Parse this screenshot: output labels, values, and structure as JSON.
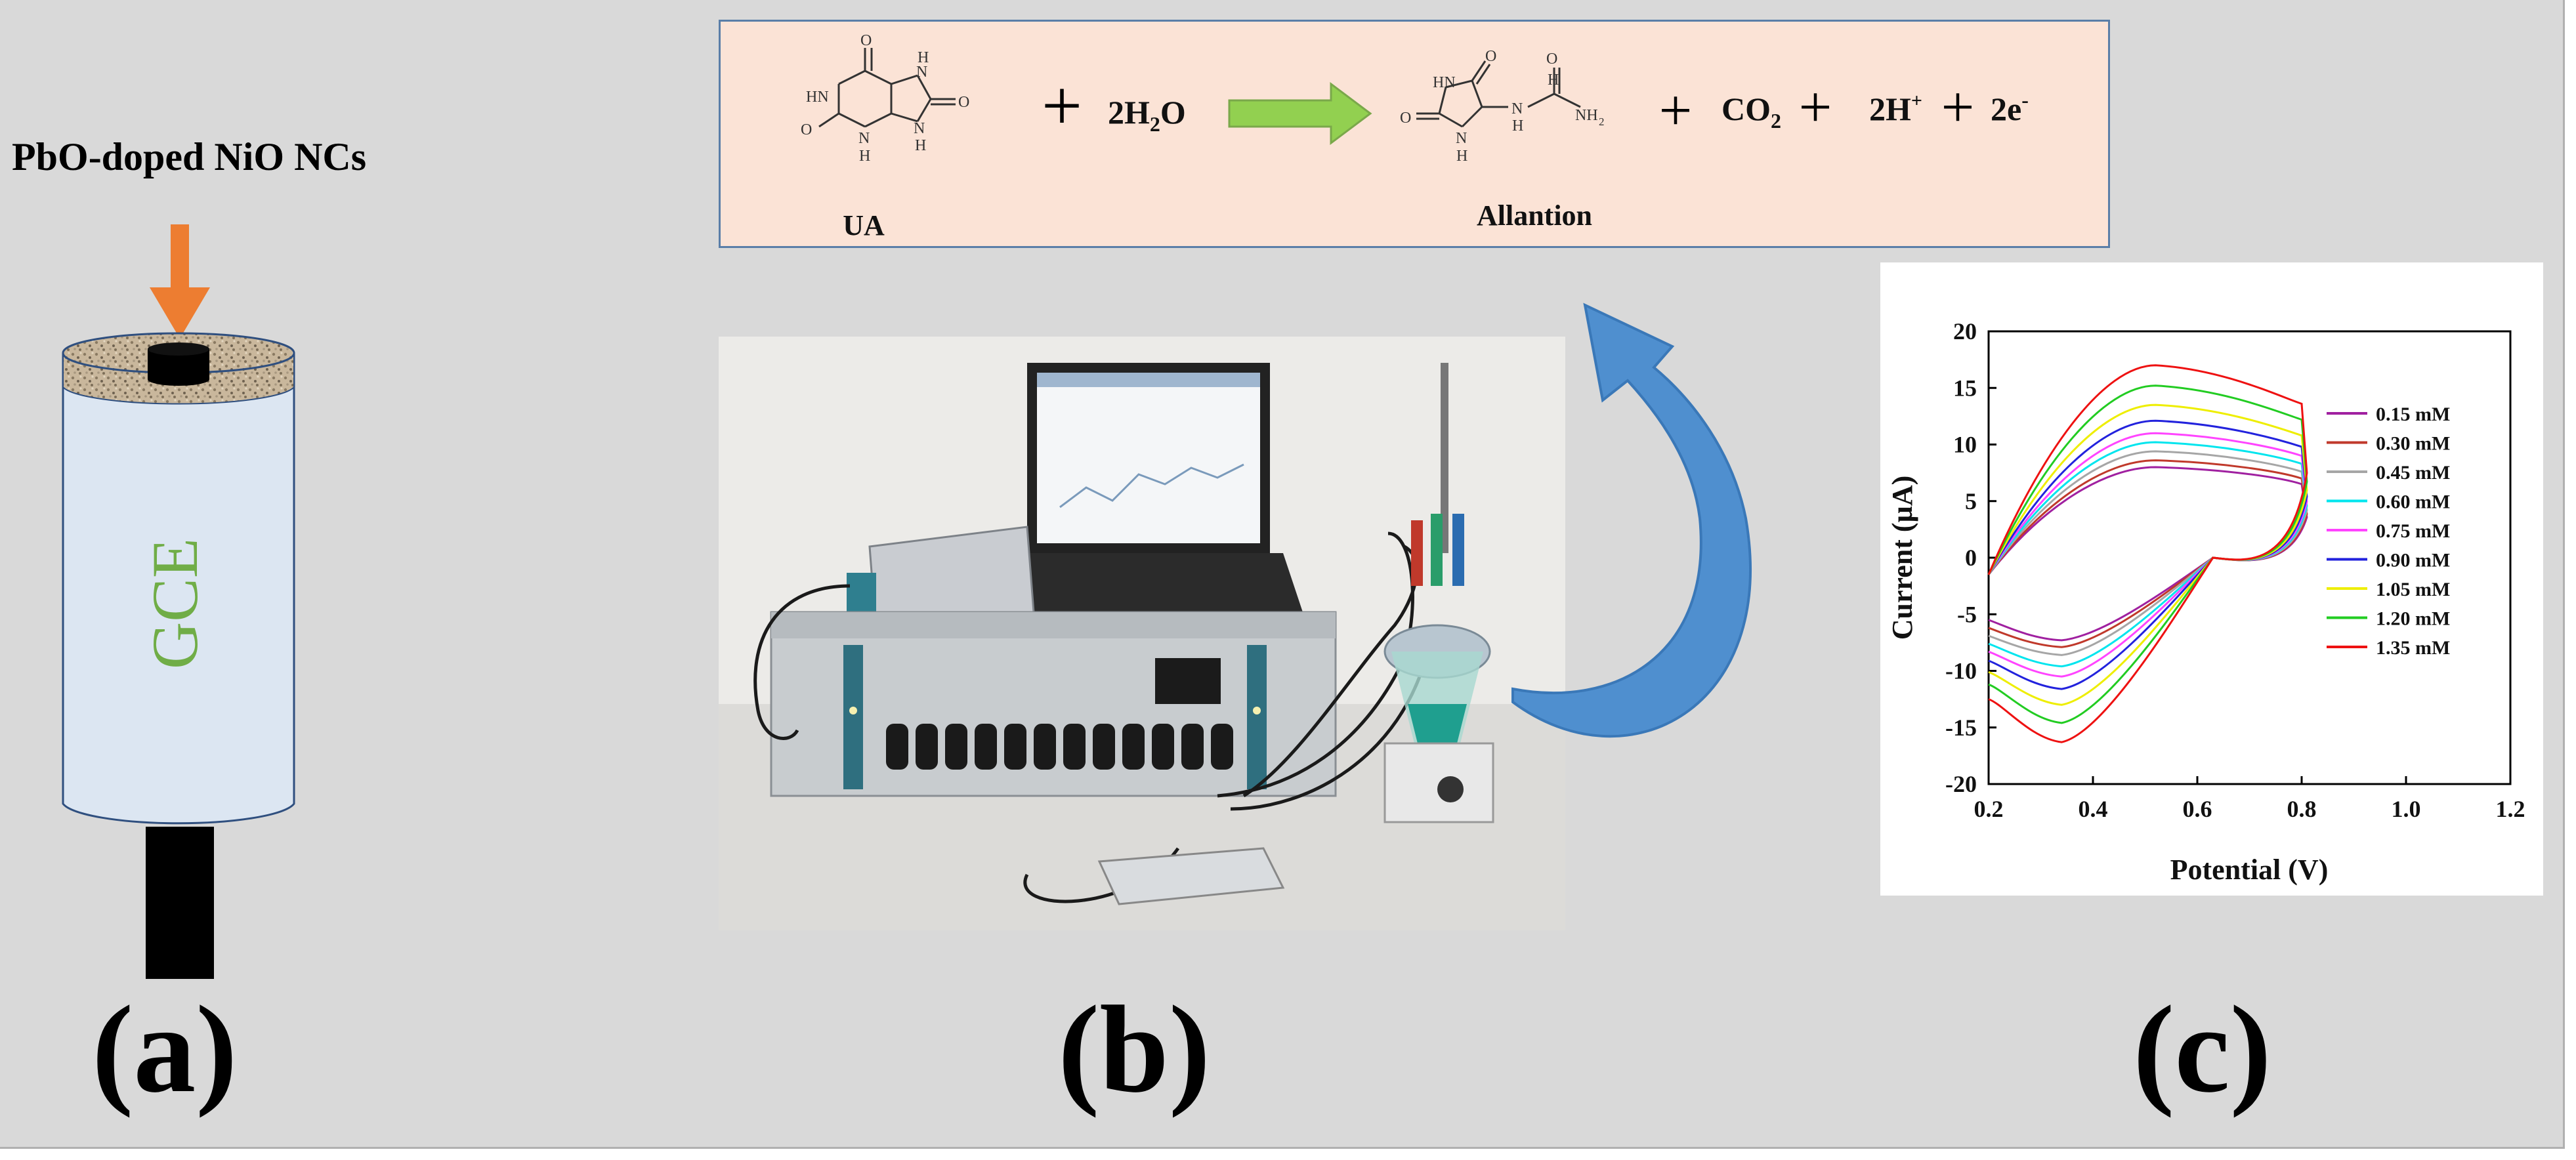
{
  "panels": {
    "a": "(a)",
    "b": "(b)",
    "c": "(c)"
  },
  "electrode": {
    "title": "PbO-doped NiO NCs",
    "body_label": "GCE"
  },
  "reaction": {
    "ua_label": "UA",
    "plus1": "+",
    "water_coef": "2H",
    "water_sub": "2",
    "water_o": "O",
    "product_label": "Allantion",
    "plus2": "+",
    "co2": "CO",
    "co2_sub": "2",
    "plus3": "+",
    "protons": "2H",
    "protons_sup": "+",
    "plus4": "+",
    "electrons": "2e",
    "electrons_sup": "-",
    "ua_atoms": [
      "O",
      "HN",
      "O",
      "N",
      "H",
      "H",
      "N",
      "O",
      "N",
      "H"
    ],
    "allantoin_atoms": [
      "HN",
      "O",
      "O",
      "N",
      "H",
      "N",
      "H",
      "H",
      "N",
      "O",
      "NH",
      "2"
    ]
  },
  "colors": {
    "background": "#d9d9d9",
    "reaction_box": "#fbe3d6",
    "reaction_border": "#5a7ea8",
    "reaction_arrow": "#92d050",
    "curved_arrow": "#4f8fcf",
    "electrode_arrow": "#ed7d31",
    "gce_text": "#70ad47"
  },
  "chart_data": {
    "type": "line",
    "xlabel": "Potential (V)",
    "ylabel": "Current (µA)",
    "xlim": [
      0.2,
      1.2
    ],
    "ylim": [
      -20,
      20
    ],
    "xticks": [
      "0.2",
      "0.4",
      "0.6",
      "0.8",
      "1.0",
      "1.2"
    ],
    "yticks": [
      "20",
      "15",
      "10",
      "5",
      "0",
      "-5",
      "-10",
      "-15",
      "-20"
    ],
    "legend_position": "right",
    "anodic_start": [
      0.2,
      -1.5
    ],
    "crossover": [
      0.63,
      0.0
    ],
    "series": [
      {
        "name": "0.15 mM",
        "color": "#a020a0",
        "forward_peak": [
          0.52,
          8.0
        ],
        "forward_end": [
          0.8,
          6.5
        ],
        "reverse_peak": [
          0.34,
          -7.3
        ],
        "reverse_start": [
          0.2,
          -5.5
        ]
      },
      {
        "name": "0.30 mM",
        "color": "#c0392b",
        "forward_peak": [
          0.52,
          8.6
        ],
        "forward_end": [
          0.8,
          7.0
        ],
        "reverse_peak": [
          0.34,
          -7.9
        ],
        "reverse_start": [
          0.2,
          -6.2
        ]
      },
      {
        "name": "0.45 mM",
        "color": "#a6a6a6",
        "forward_peak": [
          0.52,
          9.4
        ],
        "forward_end": [
          0.8,
          7.6
        ],
        "reverse_peak": [
          0.34,
          -8.6
        ],
        "reverse_start": [
          0.2,
          -6.9
        ]
      },
      {
        "name": "0.60 mM",
        "color": "#00e5ee",
        "forward_peak": [
          0.52,
          10.2
        ],
        "forward_end": [
          0.8,
          8.3
        ],
        "reverse_peak": [
          0.34,
          -9.6
        ],
        "reverse_start": [
          0.2,
          -7.6
        ]
      },
      {
        "name": "0.75 mM",
        "color": "#ff44ff",
        "forward_peak": [
          0.52,
          11.0
        ],
        "forward_end": [
          0.8,
          9.0
        ],
        "reverse_peak": [
          0.34,
          -10.5
        ],
        "reverse_start": [
          0.2,
          -8.3
        ]
      },
      {
        "name": "0.90 mM",
        "color": "#2222dd",
        "forward_peak": [
          0.52,
          12.1
        ],
        "forward_end": [
          0.8,
          9.8
        ],
        "reverse_peak": [
          0.34,
          -11.6
        ],
        "reverse_start": [
          0.2,
          -9.1
        ]
      },
      {
        "name": "1.05 mM",
        "color": "#eeee00",
        "forward_peak": [
          0.52,
          13.5
        ],
        "forward_end": [
          0.8,
          10.8
        ],
        "reverse_peak": [
          0.34,
          -13.0
        ],
        "reverse_start": [
          0.2,
          -10.1
        ]
      },
      {
        "name": "1.20 mM",
        "color": "#22cc22",
        "forward_peak": [
          0.52,
          15.2
        ],
        "forward_end": [
          0.8,
          12.2
        ],
        "reverse_peak": [
          0.34,
          -14.6
        ],
        "reverse_start": [
          0.2,
          -11.2
        ]
      },
      {
        "name": "1.35 mM",
        "color": "#ee1111",
        "forward_peak": [
          0.52,
          17.0
        ],
        "forward_end": [
          0.8,
          13.6
        ],
        "reverse_peak": [
          0.34,
          -16.3
        ],
        "reverse_start": [
          0.2,
          -12.5
        ]
      }
    ]
  }
}
